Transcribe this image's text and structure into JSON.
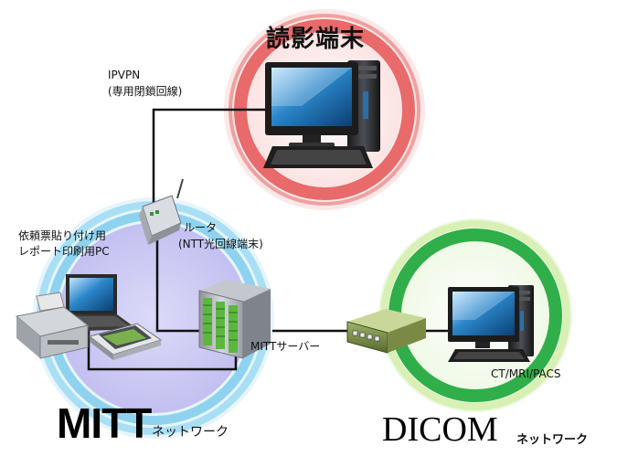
{
  "titles": {
    "reading_terminal": "読影端末",
    "mitt": "MITT",
    "mitt_sub": "ネットワーク",
    "dicom": "DICOM",
    "dicom_sub": "ネットワーク"
  },
  "labels": {
    "ipvpn_line1": "IPVPN",
    "ipvpn_line2": "(専用閉鎖回線)",
    "router_line1": "ルータ",
    "router_line2": "(NTT光回線端末)",
    "pc_line1": "依頼票貼り付け用",
    "pc_line2": "レポート印刷用PC",
    "server": "MITTサーバー",
    "modality": "CT/MRI/PACS"
  },
  "colors": {
    "reading_ring": "#e86a6a",
    "mitt_ring": "#8fd2f0",
    "mitt_core": "#c9c6f4",
    "dicom_ring": "#2fae4a",
    "dicom_halo": "#d8f0b4",
    "link_line": "#111111"
  },
  "icons": {
    "reading_terminal": "desktop-computer-icon",
    "router": "router-icon",
    "server": "server-rack-icon",
    "laptop": "laptop-icon",
    "printer": "printer-icon",
    "scanner": "scanner-icon",
    "switch": "network-switch-icon",
    "modality_terminal": "desktop-computer-icon"
  }
}
